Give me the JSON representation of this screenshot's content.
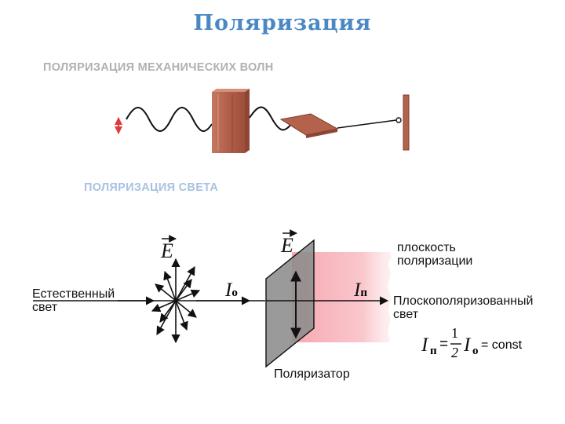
{
  "header": {
    "title": "Поляризация",
    "title_color": "#4a88c4"
  },
  "mechanical": {
    "heading": "ПОЛЯРИЗАЦИЯ МЕХАНИЧЕСКИХ ВОЛН",
    "heading_color": "#b0b0b0",
    "arrow_color": "#e03a3a",
    "block_color": "#b4624c"
  },
  "light": {
    "heading": "ПОЛЯРИЗАЦИЯ СВЕТА",
    "heading_color": "#a7c2e2",
    "natural_light_label": "Естественный\nсвет",
    "vector_symbol": "E",
    "intensity_in": "I",
    "intensity_in_sub": "o",
    "intensity_out": "I",
    "intensity_out_sub": "п",
    "plane_label": "плоскость\nполяризации",
    "polarized_label": "Плоскополяризованный\nсвет",
    "polarizer_label": "Поляризатор",
    "formula": {
      "lhs": "I",
      "lhs_sub": "п",
      "eq": "=",
      "numerator": "1",
      "denominator": "2",
      "rhs": "I",
      "rhs_sub": "o",
      "tail": "= const"
    },
    "beam_color": "#f48a96",
    "polarizer_color": "#8c8c8c"
  }
}
